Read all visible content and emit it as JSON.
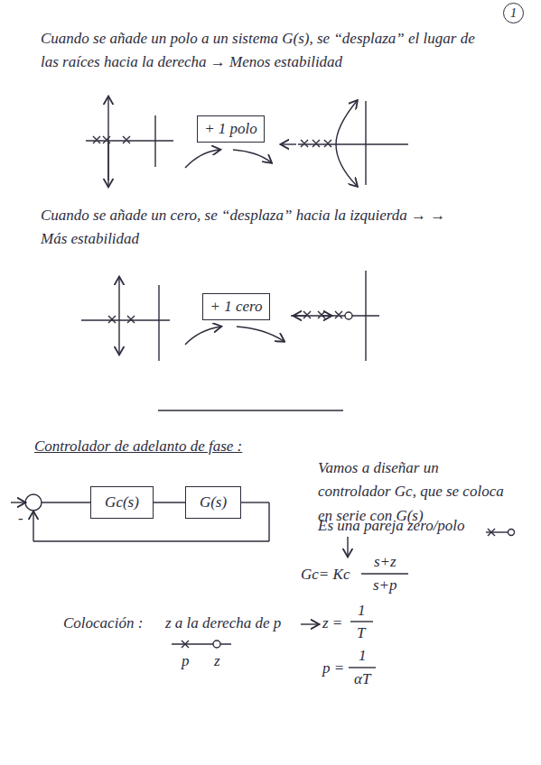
{
  "diagram": {
    "nodes": [
      {
        "text": [
          "1"
        ]
      },
      {
        "text": [
          "+ 1 polo"
        ]
      },
      {
        "text": [
          "+ 1 cero"
        ]
      },
      {
        "text": [
          "Gc(s)"
        ]
      },
      {
        "text": [
          "G(s)"
        ]
      }
    ],
    "edges": [
      {
        "from": 3,
        "to": 4,
        "arrow": "none"
      }
    ],
    "labels": [
      "Cuando se añade un polo a un sistema G(s), se “desplaza” el lugar de las raíces hacia la derecha → Menos estabilidad",
      "Cuando se añade un cero, se “desplaza” hacia la izquierda → → Más estabilidad",
      "Controlador de adelanto de fase :",
      "-",
      "Vamos a diseñar un controlador Gc, que se coloca en serie con G(s)",
      "Es una pareja zero/polo",
      "Gc= Kc",
      "s+z",
      "s+p",
      "Colocación :",
      "z a la derecha de p",
      "z =",
      "1",
      "T",
      "p",
      "z",
      "p =",
      "1",
      "αT"
    ]
  }
}
